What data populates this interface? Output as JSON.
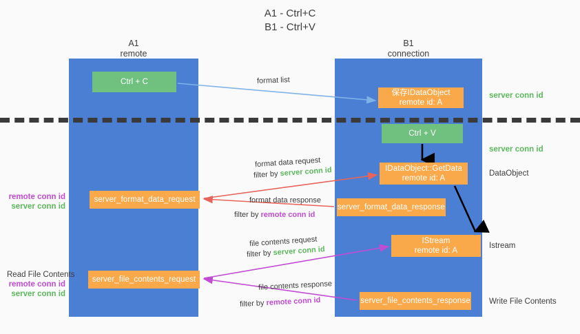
{
  "title": {
    "line1": "A1 - Ctrl+C",
    "line2": "B1 - Ctrl+V"
  },
  "columns": [
    {
      "name": "A1",
      "subtitle": "remote"
    },
    {
      "name": "B1",
      "subtitle": "connection"
    }
  ],
  "nodes": {
    "ctrl_c": {
      "label": "Ctrl + C",
      "color": "#70c080"
    },
    "idataobject": {
      "line1": "保存IDataObject",
      "line2": "remote id: A",
      "color": "#f9a94a"
    },
    "ctrl_v": {
      "label": "Ctrl + V",
      "color": "#70c080"
    },
    "getdata": {
      "line1": "IDataObject::GetData",
      "line2": "remote id: A",
      "color": "#f9a94a"
    },
    "server_format_data_request": {
      "label": "server_format_data_request",
      "color": "#f9a94a"
    },
    "server_format_data_response": {
      "label": "server_format_data_response",
      "color": "#f9a94a"
    },
    "istream": {
      "line1": "IStream",
      "line2": "remote id: A",
      "color": "#f9a94a"
    },
    "server_file_contents_request": {
      "label": "server_file_contents_request",
      "color": "#f9a94a"
    },
    "server_file_contents_response": {
      "label": "server_file_contents_response",
      "color": "#f9a94a"
    }
  },
  "edges": {
    "format_list": "format list",
    "format_data_request": "format data request",
    "format_data_request_filter_prefix": "filter by ",
    "format_data_request_filter_value": "server conn id",
    "format_data_response": "format data response",
    "format_data_response_filter_prefix": "filter by ",
    "format_data_response_filter_value": "remote conn id",
    "file_contents_request": "file contents request",
    "file_contents_request_filter_prefix": "filter by ",
    "file_contents_request_filter_value": "server conn id",
    "file_contents_response": "file contents response",
    "file_contents_response_filter_prefix": "filter by ",
    "file_contents_response_filter_value": "remote conn id"
  },
  "right_labels": {
    "server_conn_id_top": "server conn id",
    "server_conn_id_mid": "server conn id",
    "dataobject": "DataObject",
    "istream": "Istream",
    "write_file_contents": "Write File Contents"
  },
  "left_labels": {
    "remote_conn_id_1": "remote conn id",
    "server_conn_id_1": "server conn id",
    "read_file_contents": "Read File Contents",
    "remote_conn_id_2": "remote conn id",
    "server_conn_id_2": "server conn id"
  },
  "colors": {
    "column": "#4a7fd4",
    "green_node": "#70c080",
    "orange_node": "#f9a94a",
    "green_text": "#5cb85c",
    "purple_text": "#c24bd4",
    "blue_arrow": "#7fb3e8",
    "red_arrow": "#e8645a",
    "magenta_arrow": "#c24bd4",
    "black_arrow": "#000000",
    "divider": "#3a3a3a",
    "background": "#fafafa"
  }
}
